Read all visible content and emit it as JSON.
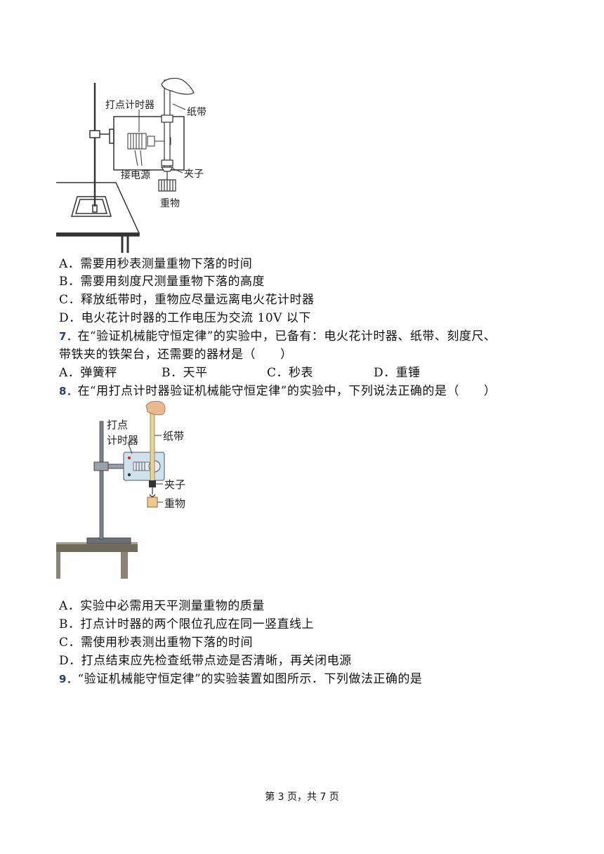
{
  "figure1": {
    "labels": {
      "timer": "打点计时器",
      "tape": "纸带",
      "power": "接电源",
      "clip": "夹子",
      "weight": "重物"
    }
  },
  "q6_options": [
    "A．需要用秒表测量重物下落的时间",
    "B．需要用刻度尺测量重物下落的高度",
    "C．释放纸带时，重物应尽量远离电火花计时器",
    "D．电火花计时器的工作电压为交流 10V 以下"
  ],
  "q7": {
    "number": "7．",
    "text_line1": "在“验证机械能守恒定律”的实验中，已备有：电火花计时器、纸带、刻度尺、",
    "text_line2": "带铁夹的铁架台，还需要的器材是（　　）",
    "options": [
      "A．弹簧秤",
      "B．天平",
      "C．秒表",
      "D．重锤"
    ]
  },
  "q8": {
    "number": "8．",
    "text": "在“用打点计时器验证机械能守恒定律”的实验中，下列说法正确的是（　　）",
    "options": [
      "A．实验中必需用天平测量重物的质量",
      "B．打点计时器的两个限位孔应在同一竖直线上",
      "C．需使用秒表测出重物下落的时间",
      "D．打点结束应先检查纸带点迹是否清晰，再关闭电源"
    ]
  },
  "figure2": {
    "labels": {
      "timer_line1": "打点",
      "timer_line2": "计时器",
      "tape": "纸带",
      "clip": "夹子",
      "weight": "重物"
    }
  },
  "q9": {
    "number": "9．",
    "text": "“验证机械能守恒定律”的实验装置如图所示．下列做法正确的是"
  },
  "footer": "第 3 页，共 7 页"
}
